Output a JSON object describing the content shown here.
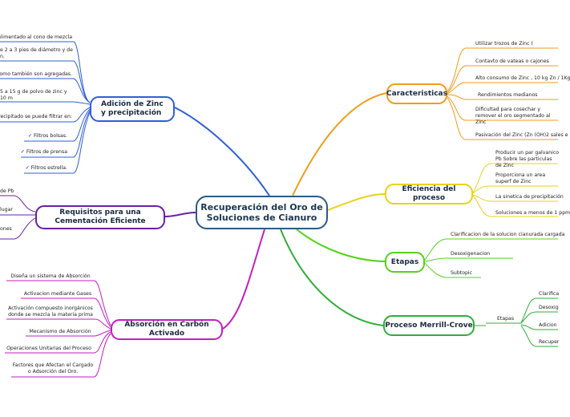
{
  "central": {
    "label": "Recuperación del Oro de Soluciones de Cianuro"
  },
  "branches": {
    "adicion": {
      "label": "Adición de Zinc y precipitación",
      "color": "#2f5fd6",
      "leaves": [
        "alimentado al cono de mezcla",
        "e 2 a 3 pies de diámetro y de n.",
        "lomo también son agregadas.",
        "5 a 15 g de polvo de zinc y 10 m",
        "recipitado se puede filtrar en:",
        "✓ Filtros bolsas.",
        "✓ Filtros de prensa",
        "✓ Filtros estrella."
      ]
    },
    "requisitos": {
      "label": "Requisitos para una Cementación Eficiente",
      "color": "#6a1fa8",
      "leaves": [
        "de Pb",
        "lugar",
        "ones"
      ]
    },
    "absorcion": {
      "label": "Absorción en Carbón Activado",
      "color": "#c21fc2",
      "leaves": [
        "Diseña un sistema de Absorción",
        "Activacion mediante Gases",
        "Activación compuesto inorgánicos donde se mezcla la materia prima",
        "Mecanismo de Absorción",
        "Operaciones Unitarias  del Proceso",
        "Factores que Afectan el Cargado o Adsorción del Oro."
      ]
    },
    "caracteristicas": {
      "label": "Caracteristicas",
      "color": "#f29b1a",
      "leaves": [
        "Utilizar trozos de Zinc (",
        "Contavto de vateas o cajones",
        "Alto consumo de Zinc , 10 kg Zn / 1Kg",
        "Rendimientos medianos",
        "Dificultad para cosechar y remover el oro segmentado  al Zinc",
        "Pasivación del Zinc (Zn (OH)2 sales e"
      ]
    },
    "eficiencia": {
      "label": "Eficiencia del proceso",
      "color": "#e8d21a",
      "leaves": [
        "Producir un par galvanico Pb Sobre las particulas de Zinc",
        "Proporciona un area superf de Zinc",
        "La sinetica de precipitación",
        "Soluciones a menos de 1 ppm"
      ]
    },
    "etapas": {
      "label": "Etapas",
      "color": "#55d21a",
      "leaves": [
        "Clarificacion de la solucion cianurada cargada",
        "Desoxigenacion",
        "Subtopic"
      ]
    },
    "merrill": {
      "label": "Proceso Merrill-Crove",
      "color": "#2fae3a",
      "sub": "Etapas",
      "leaves": [
        "Clarifica",
        "Desoxig",
        "Adicion",
        "Recuper"
      ]
    }
  }
}
